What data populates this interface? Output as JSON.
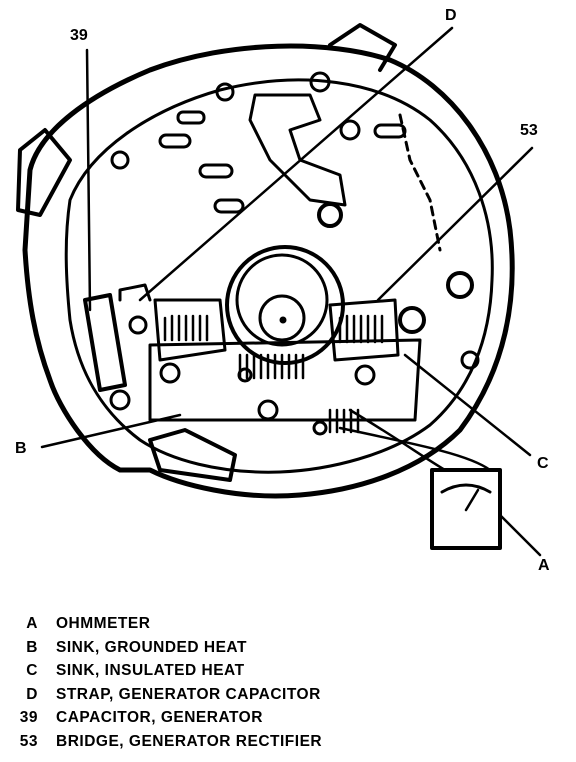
{
  "callouts": {
    "label_39": "39",
    "label_d": "D",
    "label_53": "53",
    "label_b": "B",
    "label_c": "C",
    "label_a": "A"
  },
  "legend": [
    {
      "key": "A",
      "desc": "OHMMETER"
    },
    {
      "key": "B",
      "desc": "SINK, GROUNDED HEAT"
    },
    {
      "key": "C",
      "desc": "SINK, INSULATED HEAT"
    },
    {
      "key": "D",
      "desc": "STRAP, GENERATOR CAPACITOR"
    },
    {
      "key": "39",
      "desc": "CAPACITOR, GENERATOR"
    },
    {
      "key": "53",
      "desc": "BRIDGE, GENERATOR RECTIFIER"
    }
  ]
}
